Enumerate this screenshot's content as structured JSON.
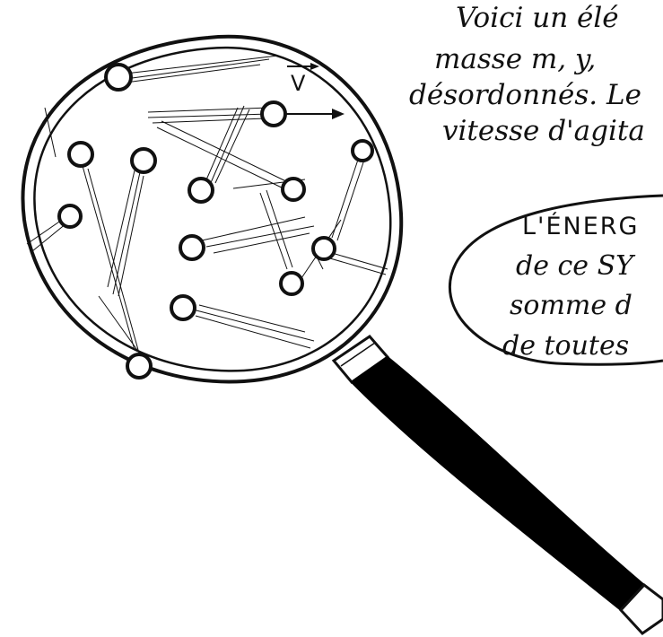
{
  "colors": {
    "ink": "#111111",
    "paper": "#ffffff",
    "handle": "#000000"
  },
  "vector_label": "V",
  "intro_text": {
    "line1": "Voici un élé",
    "line2": "masse m, y,",
    "line3": "désordonnés. Le",
    "line4": "vitesse d'agita"
  },
  "bubble_text": {
    "line1": "L'ÉNERG",
    "line2": "de ce SY",
    "line3": "somme d",
    "line4": "de toutes"
  }
}
